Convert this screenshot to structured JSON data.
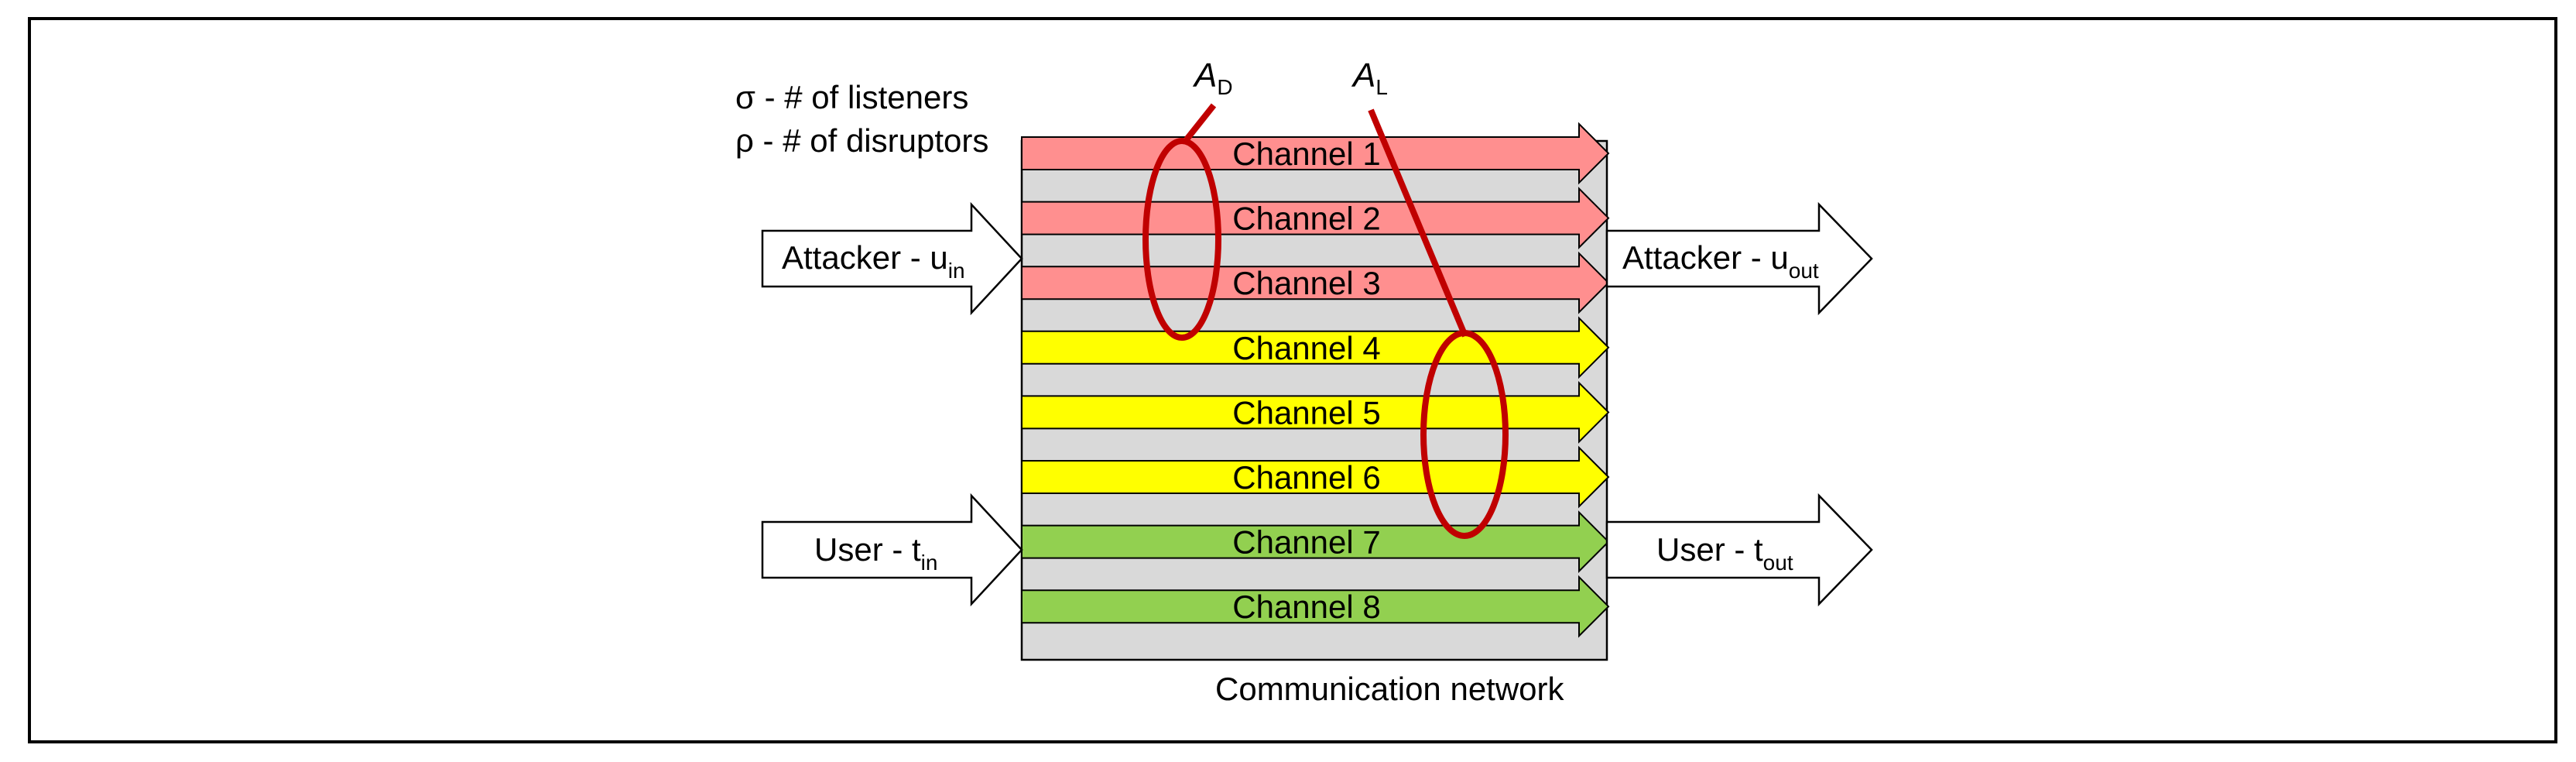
{
  "legend": {
    "sigma_line": "σ - # of listeners",
    "rho_line": "ρ - # of disruptors"
  },
  "groups": {
    "disruptors": {
      "symbol": "A",
      "subscript": "D"
    },
    "listeners": {
      "symbol": "A",
      "subscript": "L"
    }
  },
  "inputs": {
    "attacker": {
      "text": "Attacker - u",
      "subscript": "in"
    },
    "user": {
      "text": "User - t",
      "subscript": "in"
    }
  },
  "outputs": {
    "attacker": {
      "text": "Attacker - u",
      "subscript": "out"
    },
    "user": {
      "text": "User - t",
      "subscript": "out"
    }
  },
  "channels": [
    {
      "label": "Channel 1",
      "color": "#ff8f8f"
    },
    {
      "label": "Channel 2",
      "color": "#ff8f8f"
    },
    {
      "label": "Channel 3",
      "color": "#ff8f8f"
    },
    {
      "label": "Channel 4",
      "color": "#ffff00"
    },
    {
      "label": "Channel 5",
      "color": "#ffff00"
    },
    {
      "label": "Channel 6",
      "color": "#ffff00"
    },
    {
      "label": "Channel 7",
      "color": "#92d050"
    },
    {
      "label": "Channel 8",
      "color": "#92d050"
    }
  ],
  "network": {
    "caption": "Communication network",
    "color": "#d9d9d9"
  },
  "annotation_color": "#c00000"
}
